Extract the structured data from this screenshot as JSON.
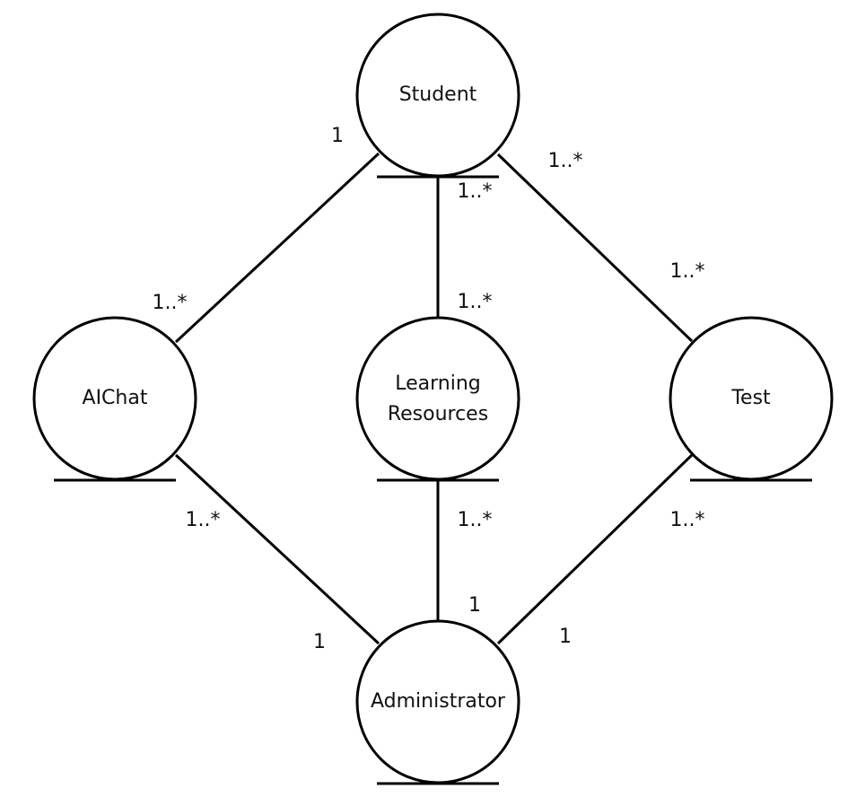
{
  "colors": {
    "stroke": "#000000",
    "fill": "#ffffff",
    "text": "#111111"
  },
  "entities": {
    "student": {
      "label": "Student"
    },
    "aichat": {
      "label": "AIChat"
    },
    "learning_resources": {
      "label_line1": "Learning",
      "label_line2": "Resources"
    },
    "test": {
      "label": "Test"
    },
    "administrator": {
      "label": "Administrator"
    }
  },
  "associations": {
    "student_aichat": {
      "student_end": "1",
      "aichat_end": "1..*"
    },
    "student_learning": {
      "student_end": "1..*",
      "learning_end": "1..*"
    },
    "student_test": {
      "student_end": "1..*",
      "test_end": "1..*"
    },
    "aichat_admin": {
      "aichat_end": "1..*",
      "admin_end": "1"
    },
    "learning_admin": {
      "learning_end": "1..*",
      "admin_end": "1"
    },
    "test_admin": {
      "test_end": "1..*",
      "admin_end": "1"
    }
  }
}
